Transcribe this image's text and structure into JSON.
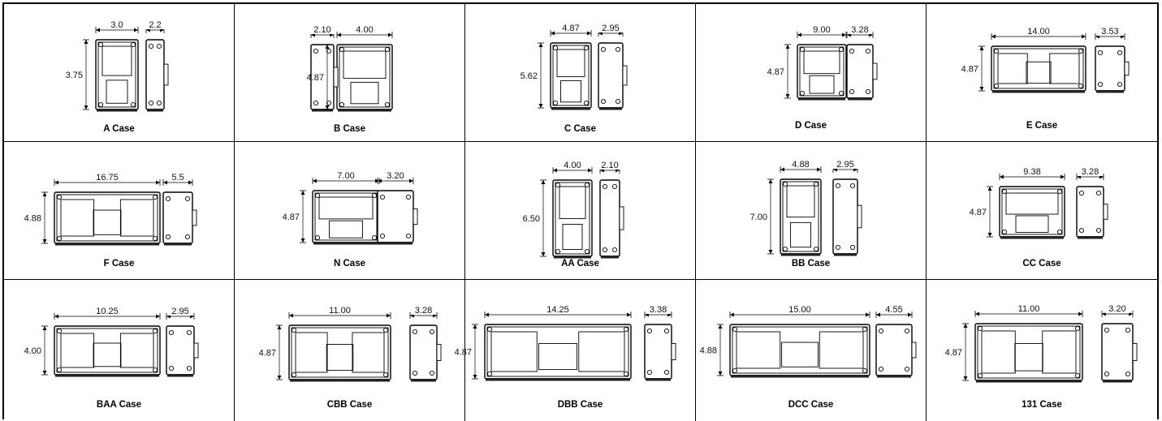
{
  "title": "",
  "cases": [
    {
      "name": "A Case",
      "front_w": "3.0",
      "side_w": "2.2",
      "height": "3.75"
    },
    {
      "name": "B Case",
      "front_w": "4.00",
      "side_w": "2.10",
      "height": "4.87"
    },
    {
      "name": "C Case",
      "front_w": "4.87",
      "side_w": "2.95",
      "height": "5.62"
    },
    {
      "name": "D Case",
      "front_w": "9.00",
      "side_w": "3.28",
      "height": "4.87"
    },
    {
      "name": "E Case",
      "front_w": "14.00",
      "side_w": "3.53",
      "height": "4.87"
    },
    {
      "name": "F Case",
      "front_w": "16.75",
      "side_w": "5.5",
      "height": "4.88"
    },
    {
      "name": "N Case",
      "front_w": "7.00",
      "side_w": "3.20",
      "height": "4.87"
    },
    {
      "name": "AA Case",
      "front_w": "4.00",
      "side_w": "2.10",
      "height": "6.50"
    },
    {
      "name": "BB Case",
      "front_w": "4.88",
      "side_w": "2.95",
      "height": "7.00"
    },
    {
      "name": "CC Case",
      "front_w": "9.38",
      "side_w": "3.28",
      "height": "4.87"
    },
    {
      "name": "BAA Case",
      "front_w": "10.25",
      "side_w": "2.95",
      "height": "4.00"
    },
    {
      "name": "CBB Case",
      "front_w": "11.00",
      "side_w": "3.28",
      "height": "4.87"
    },
    {
      "name": "DBB Case",
      "front_w": "14.25",
      "side_w": "3.38",
      "height": "4.87"
    },
    {
      "name": "DCC Case",
      "front_w": "15.00",
      "side_w": "4.55",
      "height": "4.88"
    },
    {
      "name": "131 Case",
      "front_w": "11.00",
      "side_w": "3.20",
      "height": "4.87"
    }
  ]
}
